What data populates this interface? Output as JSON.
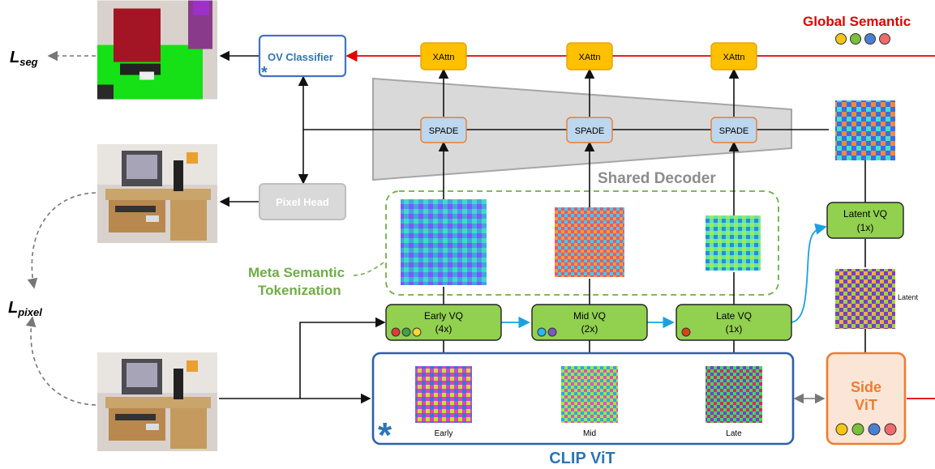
{
  "global_semantic": {
    "label": "Global Semantic",
    "dot_colors": [
      "#f5c518",
      "#7bbf3a",
      "#4a7fd1",
      "#ef6b6b"
    ]
  },
  "ov_classifier": {
    "label": "OV Classifier",
    "mark": "*"
  },
  "pixel_head": {
    "label": "Pixel Head"
  },
  "xattn": [
    "XAttn",
    "XAttn",
    "XAttn"
  ],
  "spade": [
    "SPADE",
    "SPADE",
    "SPADE"
  ],
  "shared_decoder": {
    "label": "Shared Decoder"
  },
  "meta_semantic": {
    "line1": "Meta Semantic",
    "line2": "Tokenization"
  },
  "vq_blocks": [
    {
      "name": "Early VQ",
      "factor": "(4x)",
      "dots": [
        "#e53935",
        "#43a047",
        "#fdd835"
      ]
    },
    {
      "name": "Mid VQ",
      "factor": "(2x)",
      "dots": [
        "#29b6f6",
        "#7e57c2"
      ]
    },
    {
      "name": "Late VQ",
      "factor": "(1x)",
      "dots": [
        "#d84315"
      ]
    }
  ],
  "latent_vq": {
    "name": "Latent VQ",
    "factor": "(1x)"
  },
  "latent_label": "Latent",
  "clip_vit": {
    "label": "CLIP ViT",
    "mark": "*",
    "stages": [
      "Early",
      "Mid",
      "Late"
    ]
  },
  "side_vit": {
    "line1": "Side",
    "line2": "ViT",
    "dot_colors": [
      "#f5c518",
      "#7bbf3a",
      "#4a7fd1",
      "#ef6b6b"
    ]
  },
  "losses": {
    "seg_main": "L",
    "seg_sub": "seg",
    "pixel_main": "L",
    "pixel_sub": "pixel"
  }
}
